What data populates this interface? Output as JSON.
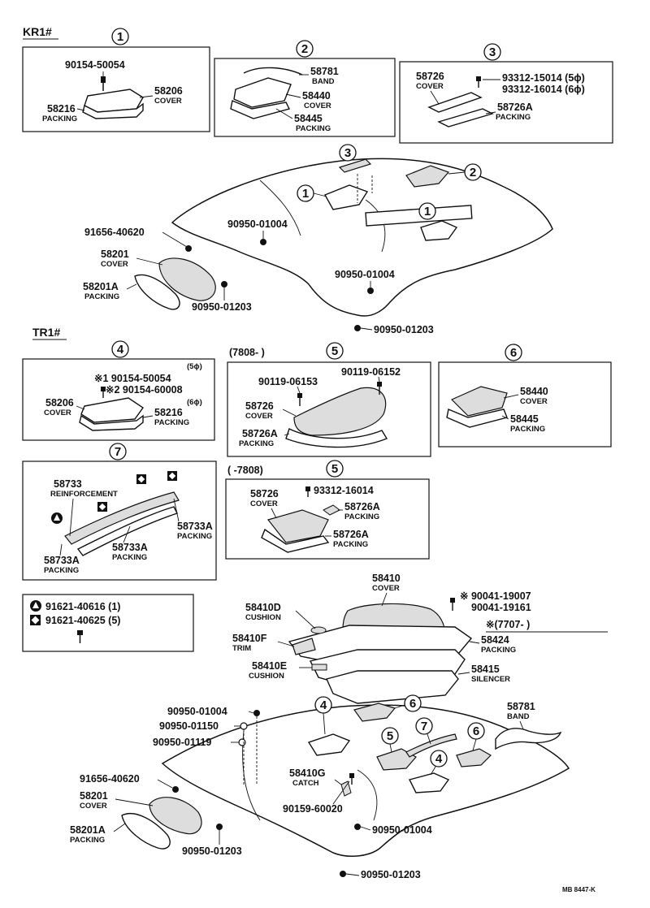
{
  "groups": {
    "kr1": "KR1#",
    "tr1": "TR1#"
  },
  "callouts": {
    "c1": "1",
    "c2": "2",
    "c3": "3",
    "c4": "4",
    "c5": "5",
    "c6": "6",
    "c7": "7"
  },
  "box1": {
    "bolt": "90154-50054",
    "cover_pn": "58206",
    "cover_nm": "COVER",
    "pack_pn": "58216",
    "pack_nm": "PACKING"
  },
  "box2": {
    "band_pn": "58781",
    "band_nm": "BAND",
    "cover_pn": "58440",
    "cover_nm": "COVER",
    "pack_pn": "58445",
    "pack_nm": "PACKING"
  },
  "box3": {
    "cover_pn": "58726",
    "cover_nm": "COVER",
    "screw1": "93312-15014 (5ϕ)",
    "screw2": "93312-16014 (6ϕ)",
    "pack_pn": "58726A",
    "pack_nm": "PACKING"
  },
  "upper_floor": {
    "clip1": "91656-40620",
    "plug1": "90950-01004",
    "cover_pn": "58201",
    "cover_nm": "COVER",
    "pack_pn": "58201A",
    "pack_nm": "PACKING",
    "plug2": "90950-01004",
    "plug3": "90950-01203",
    "plug4": "90950-01203"
  },
  "box4": {
    "size5": "(5ϕ)",
    "bolt1": "※1 90154-50054",
    "bolt2": "※2 90154-60008",
    "size6": "(6ϕ)",
    "cover_pn": "58206",
    "cover_nm": "COVER",
    "pack_pn": "58216",
    "pack_nm": "PACKING"
  },
  "box5a": {
    "date": "(7808-        )",
    "bolt1": "90119-06153",
    "bolt2": "90119-06152",
    "cover_pn": "58726",
    "cover_nm": "COVER",
    "pack_pn": "58726A",
    "pack_nm": "PACKING"
  },
  "box6": {
    "cover_pn": "58440",
    "cover_nm": "COVER",
    "pack_pn": "58445",
    "pack_nm": "PACKING"
  },
  "box7": {
    "reinf_pn": "58733",
    "reinf_nm": "REINFORCEMENT",
    "pack1_pn": "58733A",
    "pack1_nm": "PACKING",
    "pack2_pn": "58733A",
    "pack2_nm": "PACKING",
    "pack3_pn": "58733A",
    "pack3_nm": "PACKING"
  },
  "box5b": {
    "date": "(     -7808)",
    "cover_pn": "58726",
    "cover_nm": "COVER",
    "screw": "93312-16014",
    "pack1_pn": "58726A",
    "pack1_nm": "PACKING",
    "pack2_pn": "58726A",
    "pack2_nm": "PACKING"
  },
  "legend": {
    "triangle": "91621-40616 (1)",
    "diamond": "91621-40625 (5)"
  },
  "console": {
    "cover_pn": "58410",
    "cover_nm": "COVER",
    "bolt1": "※ 90041-19007",
    "bolt2": "90041-19161",
    "date": "※(7707-        )",
    "cush1_pn": "58410D",
    "cush1_nm": "CUSHION",
    "trim_pn": "58410F",
    "trim_nm": "TRIM",
    "pack_pn": "58424",
    "pack_nm": "PACKING",
    "cush2_pn": "58410E",
    "cush2_nm": "CUSHION",
    "sil_pn": "58415",
    "sil_nm": "SILENCER"
  },
  "lower_floor": {
    "plug1": "90950-01004",
    "plug2": "90950-01150",
    "plug3": "90950-01119",
    "band_pn": "58781",
    "band_nm": "BAND",
    "clip": "91656-40620",
    "catch_pn": "58410G",
    "catch_nm": "CATCH",
    "cover_pn": "58201",
    "cover_nm": "COVER",
    "pack_pn": "58201A",
    "pack_nm": "PACKING",
    "bolt": "90159-60020",
    "plug4": "90950-01004",
    "plug5": "90950-01203",
    "plug6": "90950-01203"
  },
  "footer": {
    "code": "MB 8447-K"
  },
  "icons": [
    "bolt-icon",
    "screw-icon",
    "plug-icon",
    "triangle-marker-icon",
    "diamond-marker-icon"
  ]
}
